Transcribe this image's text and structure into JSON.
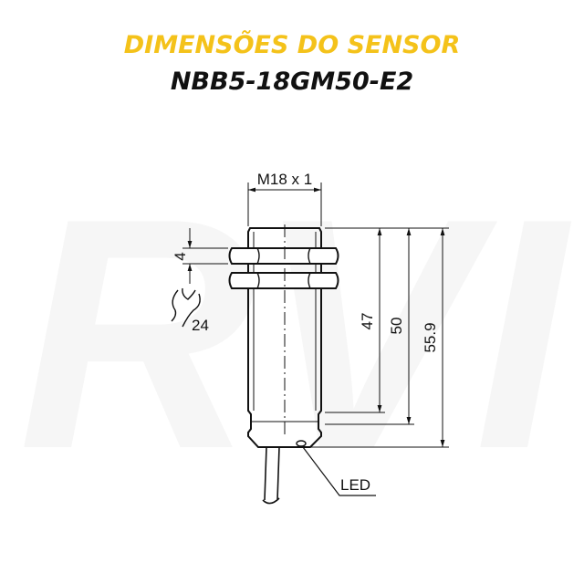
{
  "header": {
    "title": "DIMENSÕES DO SENSOR",
    "model": "NBB5-18GM50-E2",
    "title_color": "#f4c21a"
  },
  "watermark": {
    "text": "RVI"
  },
  "drawing": {
    "thread_label": "M18 x 1",
    "nut_thickness": "4",
    "wrench_size": "24",
    "dim_body": "47",
    "dim_thread_end": "50",
    "dim_total": "55.9",
    "led_label": "LED",
    "icons": [
      "wrench-icon"
    ]
  }
}
